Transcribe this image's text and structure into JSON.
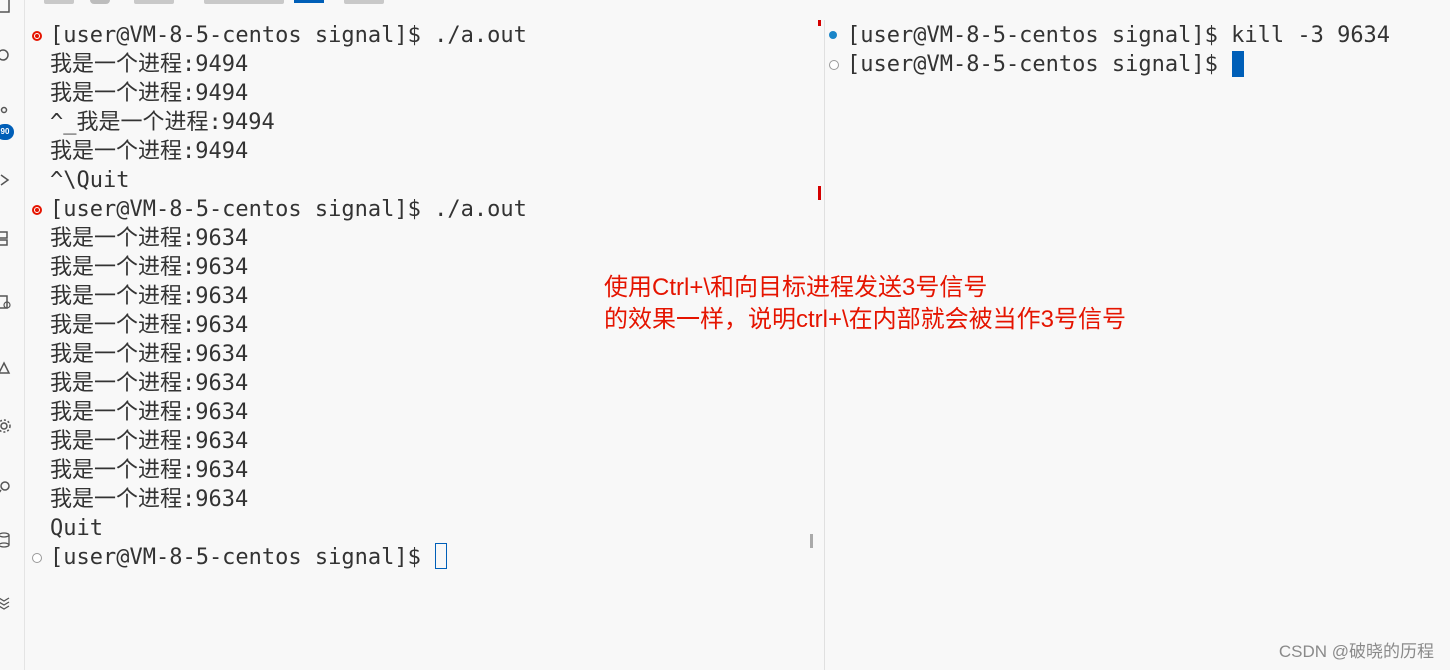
{
  "left_terminal": {
    "lines": [
      {
        "text": "[user@VM-8-5-centos signal]$ ./a.out",
        "decoration": "error"
      },
      {
        "text": "我是一个进程:9494"
      },
      {
        "text": "我是一个进程:9494"
      },
      {
        "text": "^_我是一个进程:9494"
      },
      {
        "text": "我是一个进程:9494"
      },
      {
        "text": "^\\Quit"
      },
      {
        "text": "[user@VM-8-5-centos signal]$ ./a.out",
        "decoration": "error"
      },
      {
        "text": "我是一个进程:9634"
      },
      {
        "text": "我是一个进程:9634"
      },
      {
        "text": "我是一个进程:9634"
      },
      {
        "text": "我是一个进程:9634"
      },
      {
        "text": "我是一个进程:9634"
      },
      {
        "text": "我是一个进程:9634"
      },
      {
        "text": "我是一个进程:9634"
      },
      {
        "text": "我是一个进程:9634"
      },
      {
        "text": "我是一个进程:9634"
      },
      {
        "text": "我是一个进程:9634"
      },
      {
        "text": "Quit"
      },
      {
        "text": "[user@VM-8-5-centos signal]$",
        "decoration": "default",
        "cursor": "hollow"
      }
    ]
  },
  "right_terminal": {
    "lines": [
      {
        "text": "[user@VM-8-5-centos signal]$ kill -3 9634",
        "decoration": "success"
      },
      {
        "text": "[user@VM-8-5-centos signal]$",
        "decoration": "default",
        "cursor": "solid"
      }
    ]
  },
  "annotation": {
    "line1": "使用Ctrl+\\和向目标进程发送3号信号",
    "line2": "的效果一样，说明ctrl+\\在内部就会被当作3号信号",
    "color": "#e51400"
  },
  "watermark": "CSDN @破晓的历程",
  "activity_bar": {
    "badge": "90",
    "icons": [
      "explorer-icon",
      "search-icon",
      "source-control-icon",
      "run-debug-icon",
      "remote-explorer-icon",
      "testing-icon",
      "warning-icon",
      "settings-gear-icon",
      "extensions-icon",
      "database-icon",
      "layers-icon"
    ]
  },
  "colors": {
    "accent": "#005fb8",
    "error": "#e51400",
    "success": "#1a85c8"
  }
}
